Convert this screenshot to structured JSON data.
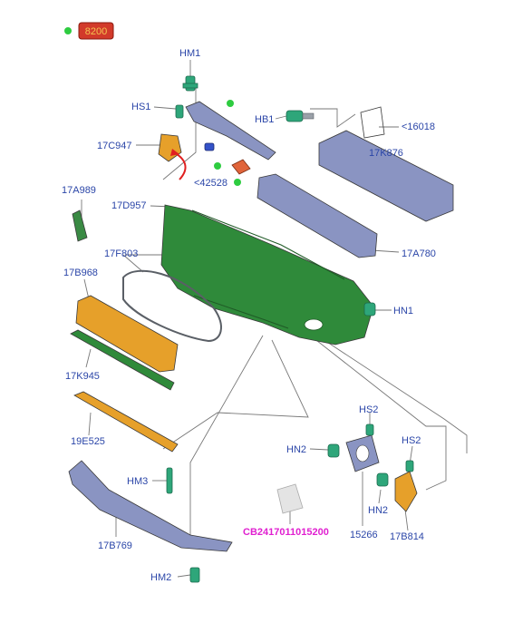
{
  "diagram": {
    "header_code": "8200",
    "colors": {
      "callout_text": "#2b46a8",
      "badge_fill": "#d23a2a",
      "badge_text": "#f5c451",
      "dot": "#2ecc40",
      "pink_label": "#e020d0",
      "bumper_green": "#2f8a3a",
      "grille_orange": "#e6a02a",
      "beam_blue": "#8a94c2",
      "arrow_red": "#e02020"
    },
    "labels": {
      "hm1": "HM1",
      "hs1": "HS1",
      "c947": "17C947",
      "hb1": "HB1",
      "ref16018": "<16018",
      "k876": "17K876",
      "ref42528": "<42528",
      "a989": "17A989",
      "d957": "17D957",
      "f803": "17F803",
      "a780": "17A780",
      "b968": "17B968",
      "hn1": "HN1",
      "k945": "17K945",
      "e525": "19E525",
      "hs2a": "HS2",
      "hn2a": "HN2",
      "hs2b": "HS2",
      "hm3": "HM3",
      "hn2b": "HN2",
      "cb": "CB2417011015200",
      "p15266": "15266",
      "b814": "17B814",
      "b769": "17B769",
      "hm2": "HM2"
    }
  }
}
